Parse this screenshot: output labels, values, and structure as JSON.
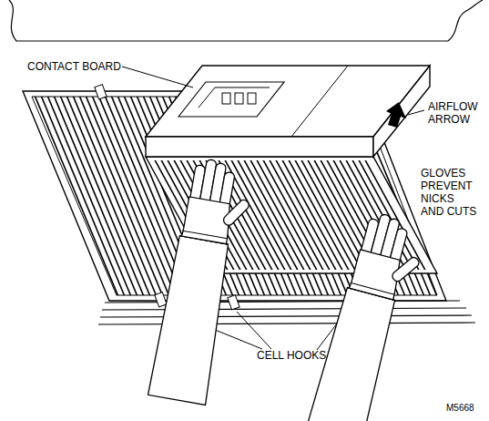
{
  "diagram": {
    "labels": [
      "CONTACT BOARD",
      "AIRFLOW ARROW",
      "GLOVES PREVENT NICKS AND CUTS",
      "CELL HOOKS",
      "M5668"
    ]
  }
}
